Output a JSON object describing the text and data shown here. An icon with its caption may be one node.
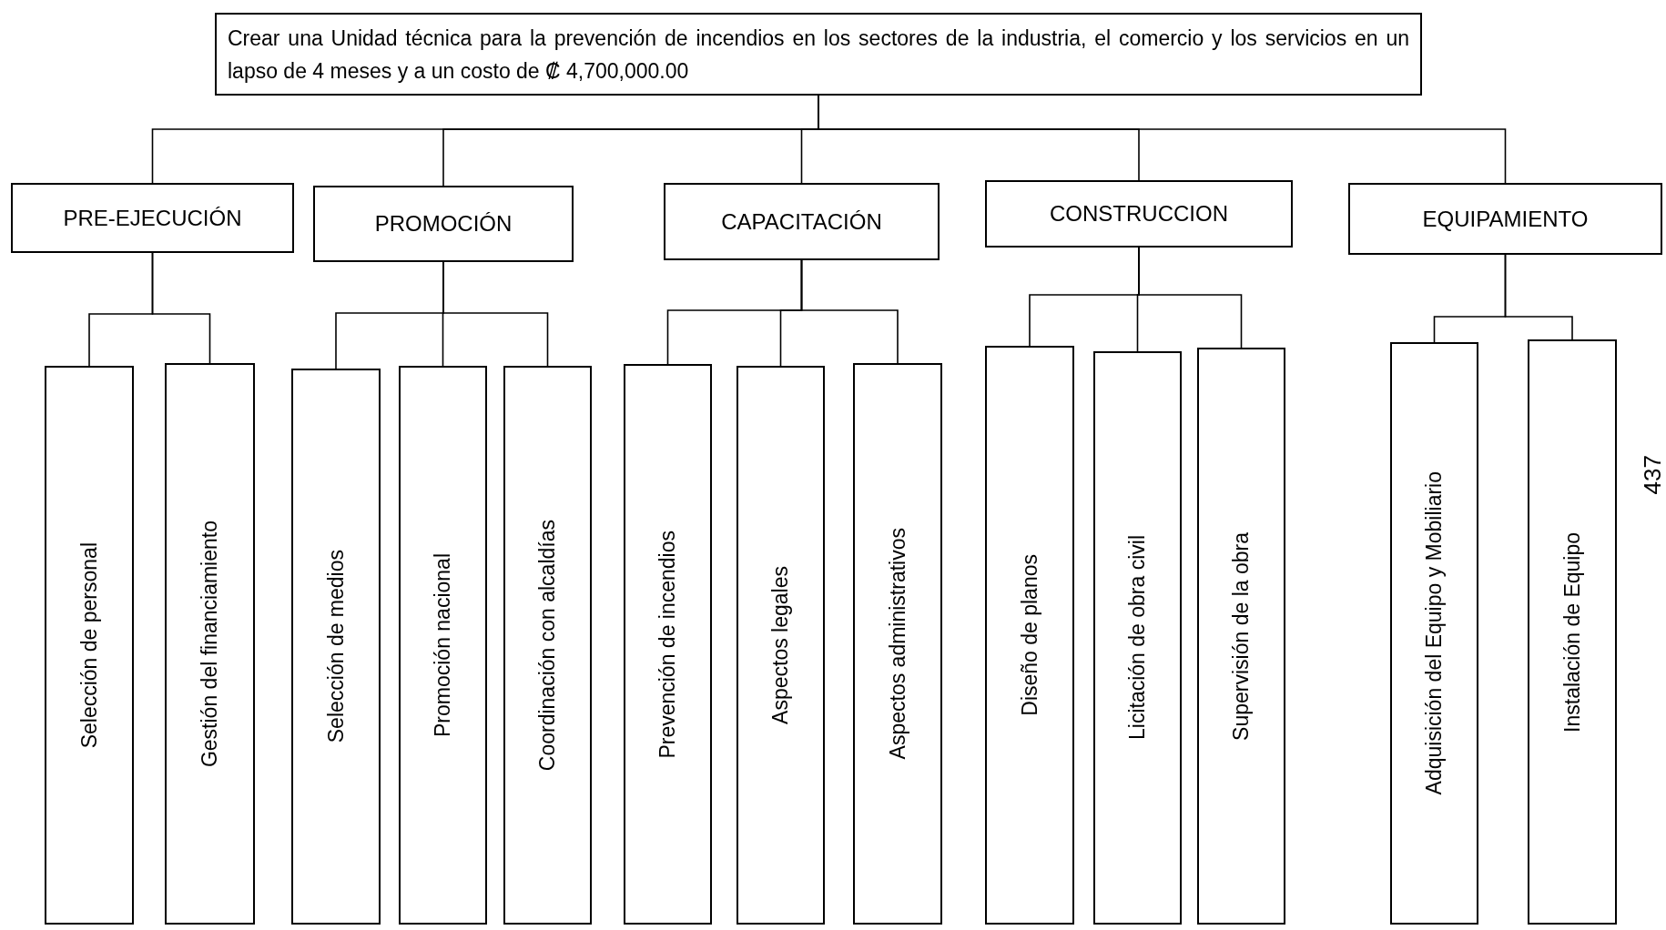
{
  "diagram": {
    "nodes": [
      {
        "text": [
          "Crear una Unidad técnica para la prevención de incendios en los sectores de la industria, el comercio y los servicios en un lapso de 4 meses y a un costo de ₡ 4,700,000.00"
        ]
      },
      {
        "text": [
          "PRE-EJECUCIÓN"
        ]
      },
      {
        "text": [
          "PROMOCIÓN"
        ]
      },
      {
        "text": [
          "CAPACITACIÓN"
        ]
      },
      {
        "text": [
          "CONSTRUCCION"
        ]
      },
      {
        "text": [
          "EQUIPAMIENTO"
        ]
      },
      {
        "text": [
          "Selección de personal"
        ]
      },
      {
        "text": [
          "Gestión del financiamiento"
        ]
      },
      {
        "text": [
          "Selección de medios"
        ]
      },
      {
        "text": [
          "Promoción nacional"
        ]
      },
      {
        "text": [
          "Coordinación con alcaldías"
        ]
      },
      {
        "text": [
          "Prevención de incendios"
        ]
      },
      {
        "text": [
          "Aspectos legales"
        ]
      },
      {
        "text": [
          "Aspectos administrativos"
        ]
      },
      {
        "text": [
          "Diseño de planos"
        ]
      },
      {
        "text": [
          "Licitación de obra civil"
        ]
      },
      {
        "text": [
          "Supervisión de la obra"
        ]
      },
      {
        "text": [
          "Adquisición del Equipo y Mobiliario"
        ]
      },
      {
        "text": [
          "Instalación de Equipo"
        ]
      }
    ],
    "edges": [
      {
        "from": 0,
        "to": 1,
        "arrow": "none"
      },
      {
        "from": 0,
        "to": 2,
        "arrow": "none"
      },
      {
        "from": 0,
        "to": 3,
        "arrow": "none"
      },
      {
        "from": 0,
        "to": 4,
        "arrow": "none"
      },
      {
        "from": 0,
        "to": 5,
        "arrow": "none"
      },
      {
        "from": 1,
        "to": 6,
        "arrow": "none"
      },
      {
        "from": 1,
        "to": 7,
        "arrow": "none"
      },
      {
        "from": 2,
        "to": 8,
        "arrow": "none"
      },
      {
        "from": 2,
        "to": 9,
        "arrow": "none"
      },
      {
        "from": 2,
        "to": 10,
        "arrow": "none"
      },
      {
        "from": 3,
        "to": 11,
        "arrow": "none"
      },
      {
        "from": 3,
        "to": 12,
        "arrow": "none"
      },
      {
        "from": 3,
        "to": 13,
        "arrow": "none"
      },
      {
        "from": 4,
        "to": 14,
        "arrow": "none"
      },
      {
        "from": 4,
        "to": 15,
        "arrow": "none"
      },
      {
        "from": 4,
        "to": 16,
        "arrow": "none"
      },
      {
        "from": 5,
        "to": 17,
        "arrow": "none"
      },
      {
        "from": 5,
        "to": 18,
        "arrow": "none"
      }
    ],
    "labels": [
      "437"
    ]
  }
}
